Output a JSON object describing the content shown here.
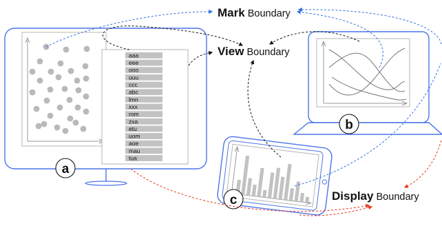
{
  "labels": {
    "mark": {
      "bold": "Mark",
      "rest": " Boundary"
    },
    "view": {
      "bold": "View",
      "rest": " Boundary"
    },
    "display": {
      "bold": "Display",
      "rest": " Boundary"
    }
  },
  "badges": {
    "a": "a",
    "b": "b",
    "c": "c"
  },
  "list_items": [
    "aaa",
    "eee",
    "ooo",
    "uuu",
    "ccc",
    "abc",
    "lmn",
    "xxx",
    "rom",
    "zxa",
    "etu",
    "uom",
    "aoe",
    "mau",
    "tua"
  ],
  "bar_values": [
    0.35,
    0.95,
    0.42,
    0.28,
    0.7,
    0.18,
    0.62,
    0.75,
    0.55,
    0.88,
    0.3,
    0.48,
    0.22,
    0.14
  ],
  "colors": {
    "device": "#4a74e8",
    "mark_arrows": "#2f6fe0",
    "view_arrows": "#111111",
    "display_arrows": "#e8351a",
    "scatter_dots": "#b9b9b9",
    "list_bars": "#c2c2c2",
    "chart_bars": "#c2c2c2"
  }
}
